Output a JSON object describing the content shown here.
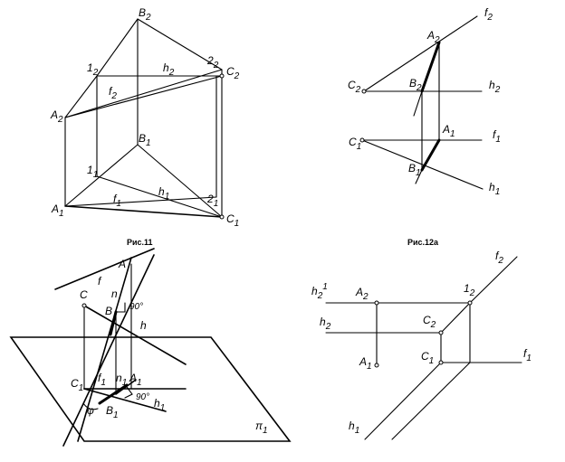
{
  "captions": {
    "fig11": "Рис.11",
    "fig12a": "Рис.12а"
  },
  "fig11": {
    "B2": "B",
    "B2s": "2",
    "one2": "1",
    "one2s": "2",
    "two2": "2",
    "two2s": "2",
    "C2": "C",
    "C2s": "2",
    "h2": "h",
    "h2s": "2",
    "f2": "f",
    "f2s": "2",
    "A2": "A",
    "A2s": "2",
    "B1": "B",
    "B1s": "1",
    "one1": "1",
    "one1s": "1",
    "f1": "f",
    "f1s": "1",
    "h1": "h",
    "h1s": "1",
    "two1": "2",
    "two1s": "1",
    "A1": "A",
    "A1s": "1",
    "C1": "C",
    "C1s": "1"
  },
  "fig12a": {
    "f2": "f",
    "f2s": "2",
    "A2": "A",
    "A2s": "2",
    "C2": "C",
    "C2s": "2",
    "B2": "B",
    "B2s": "2",
    "h2": "h",
    "h2s": "2",
    "C1": "C",
    "C1s": "1",
    "A1": "A",
    "A1s": "1",
    "f1": "f",
    "f1s": "1",
    "B1": "B",
    "B1s": "1",
    "h1": "h",
    "h1s": "1"
  },
  "fig_space": {
    "A": "A",
    "C": "C",
    "f": "f",
    "n": "n",
    "B": "B",
    "h": "h",
    "angle_top": "90°",
    "C1": "C",
    "C1s": "1",
    "f1": "f",
    "f1s": "1",
    "n1": "n",
    "n1s": "1",
    "A1": "A",
    "A1s": "1",
    "phi": "φ",
    "B1": "B",
    "B1s": "1",
    "angle_bottom": "90°",
    "h1": "h",
    "h1s": "1",
    "pi1": "π",
    "pi1s": "1"
  },
  "fig_right": {
    "f2": "f",
    "f2s": "2",
    "h2p": "h",
    "h2ps": "2",
    "h2pp": "1",
    "A2": "A",
    "A2s": "2",
    "one2": "1",
    "one2s": "2",
    "h2": "h",
    "h2s": "2",
    "C2": "C",
    "C2s": "2",
    "A1": "A",
    "A1s": "1",
    "C1": "C",
    "C1s": "1",
    "f1": "f",
    "f1s": "1",
    "h1": "h",
    "h1s": "1"
  }
}
